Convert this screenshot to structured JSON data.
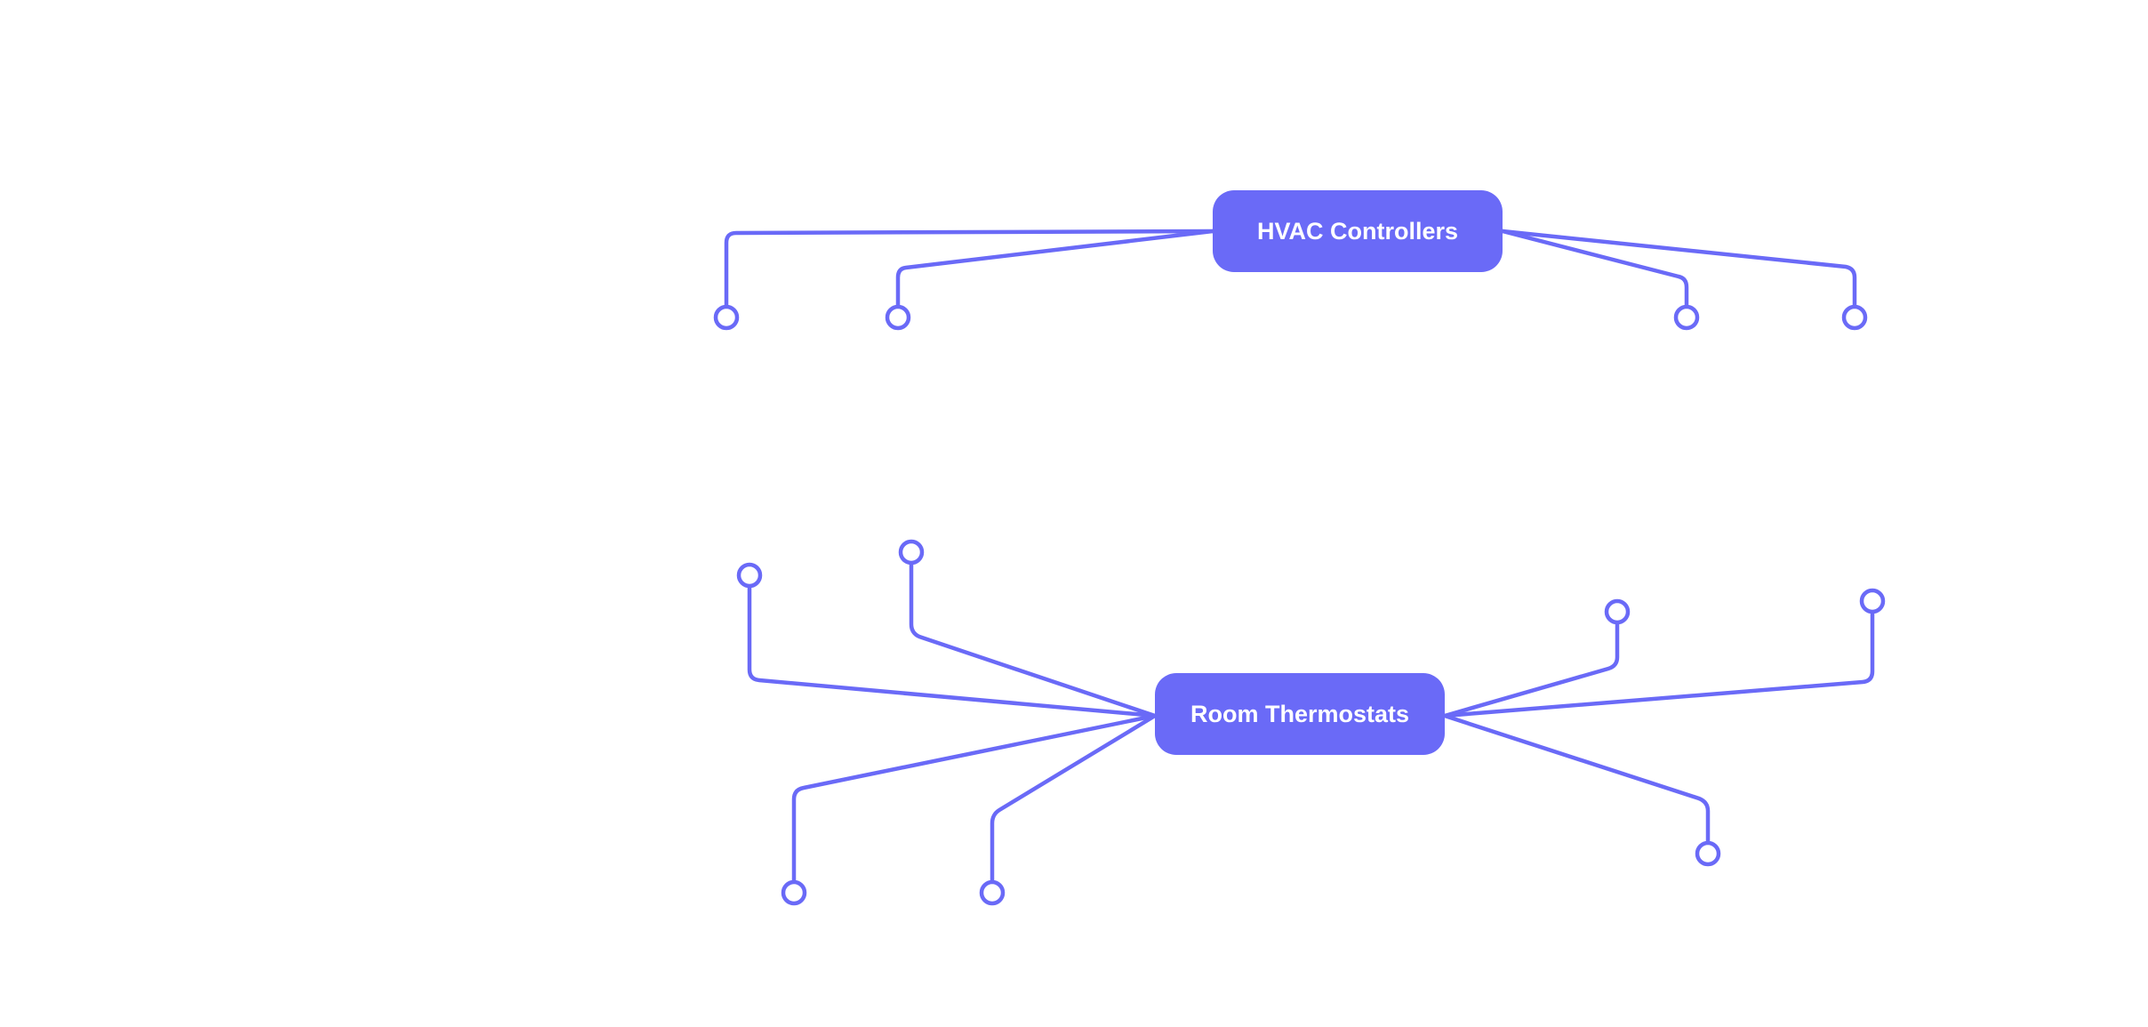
{
  "diagram": {
    "colors": {
      "accent": "#6a6af7",
      "background": "#ffffff",
      "node_text": "#ffffff"
    },
    "nodes": [
      {
        "id": "hvac-controllers",
        "label": "HVAC Controllers",
        "connection_count": 4
      },
      {
        "id": "room-thermostats",
        "label": "Room Thermostats",
        "connection_count": 7
      }
    ]
  }
}
